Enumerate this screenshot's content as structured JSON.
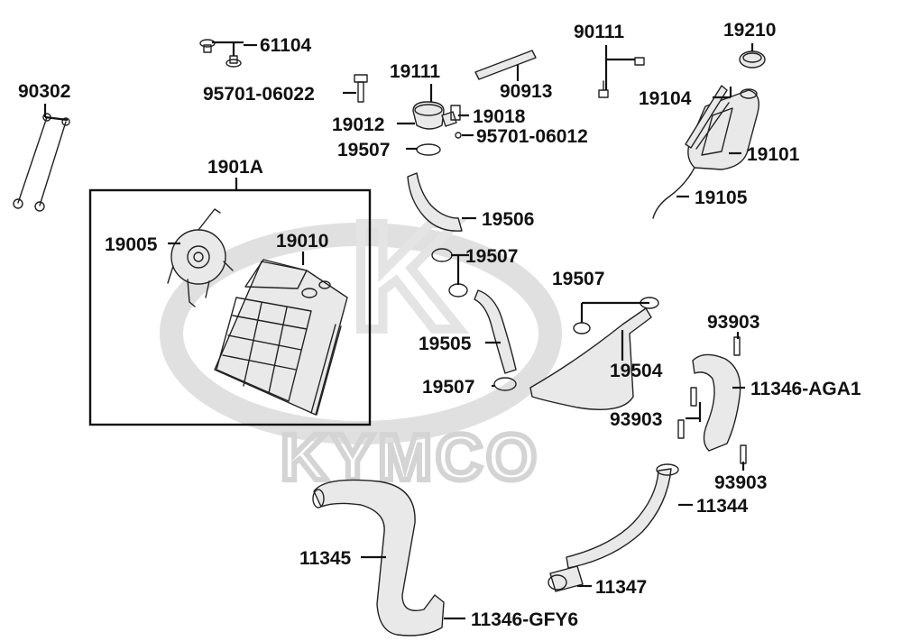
{
  "watermark": {
    "brand": "KYMCO"
  },
  "group_box": {
    "label": "1901A"
  },
  "parts": [
    {
      "id": "p-90302",
      "number": "90302"
    },
    {
      "id": "p-61104",
      "number": "61104"
    },
    {
      "id": "p-95701-06022",
      "number": "95701-06022"
    },
    {
      "id": "p-19111",
      "number": "19111"
    },
    {
      "id": "p-19012",
      "number": "19012"
    },
    {
      "id": "p-19018",
      "number": "19018"
    },
    {
      "id": "p-95701-06012",
      "number": "95701-06012"
    },
    {
      "id": "p-19507-a",
      "number": "19507"
    },
    {
      "id": "p-90913",
      "number": "90913"
    },
    {
      "id": "p-90111",
      "number": "90111"
    },
    {
      "id": "p-19210",
      "number": "19210"
    },
    {
      "id": "p-19104",
      "number": "19104"
    },
    {
      "id": "p-19101",
      "number": "19101"
    },
    {
      "id": "p-19105",
      "number": "19105"
    },
    {
      "id": "p-19005",
      "number": "19005"
    },
    {
      "id": "p-19010",
      "number": "19010"
    },
    {
      "id": "p-19506",
      "number": "19506"
    },
    {
      "id": "p-19507-b",
      "number": "19507"
    },
    {
      "id": "p-19507-c",
      "number": "19507"
    },
    {
      "id": "p-19505",
      "number": "19505"
    },
    {
      "id": "p-19504",
      "number": "19504"
    },
    {
      "id": "p-19507-d",
      "number": "19507"
    },
    {
      "id": "p-93903-a",
      "number": "93903"
    },
    {
      "id": "p-11346-aga1",
      "number": "11346-AGA1"
    },
    {
      "id": "p-93903-b",
      "number": "93903"
    },
    {
      "id": "p-93903-c",
      "number": "93903"
    },
    {
      "id": "p-11344",
      "number": "11344"
    },
    {
      "id": "p-11345",
      "number": "11345"
    },
    {
      "id": "p-11347",
      "number": "11347"
    },
    {
      "id": "p-11346-gfy6",
      "number": "11346-GFY6"
    }
  ]
}
